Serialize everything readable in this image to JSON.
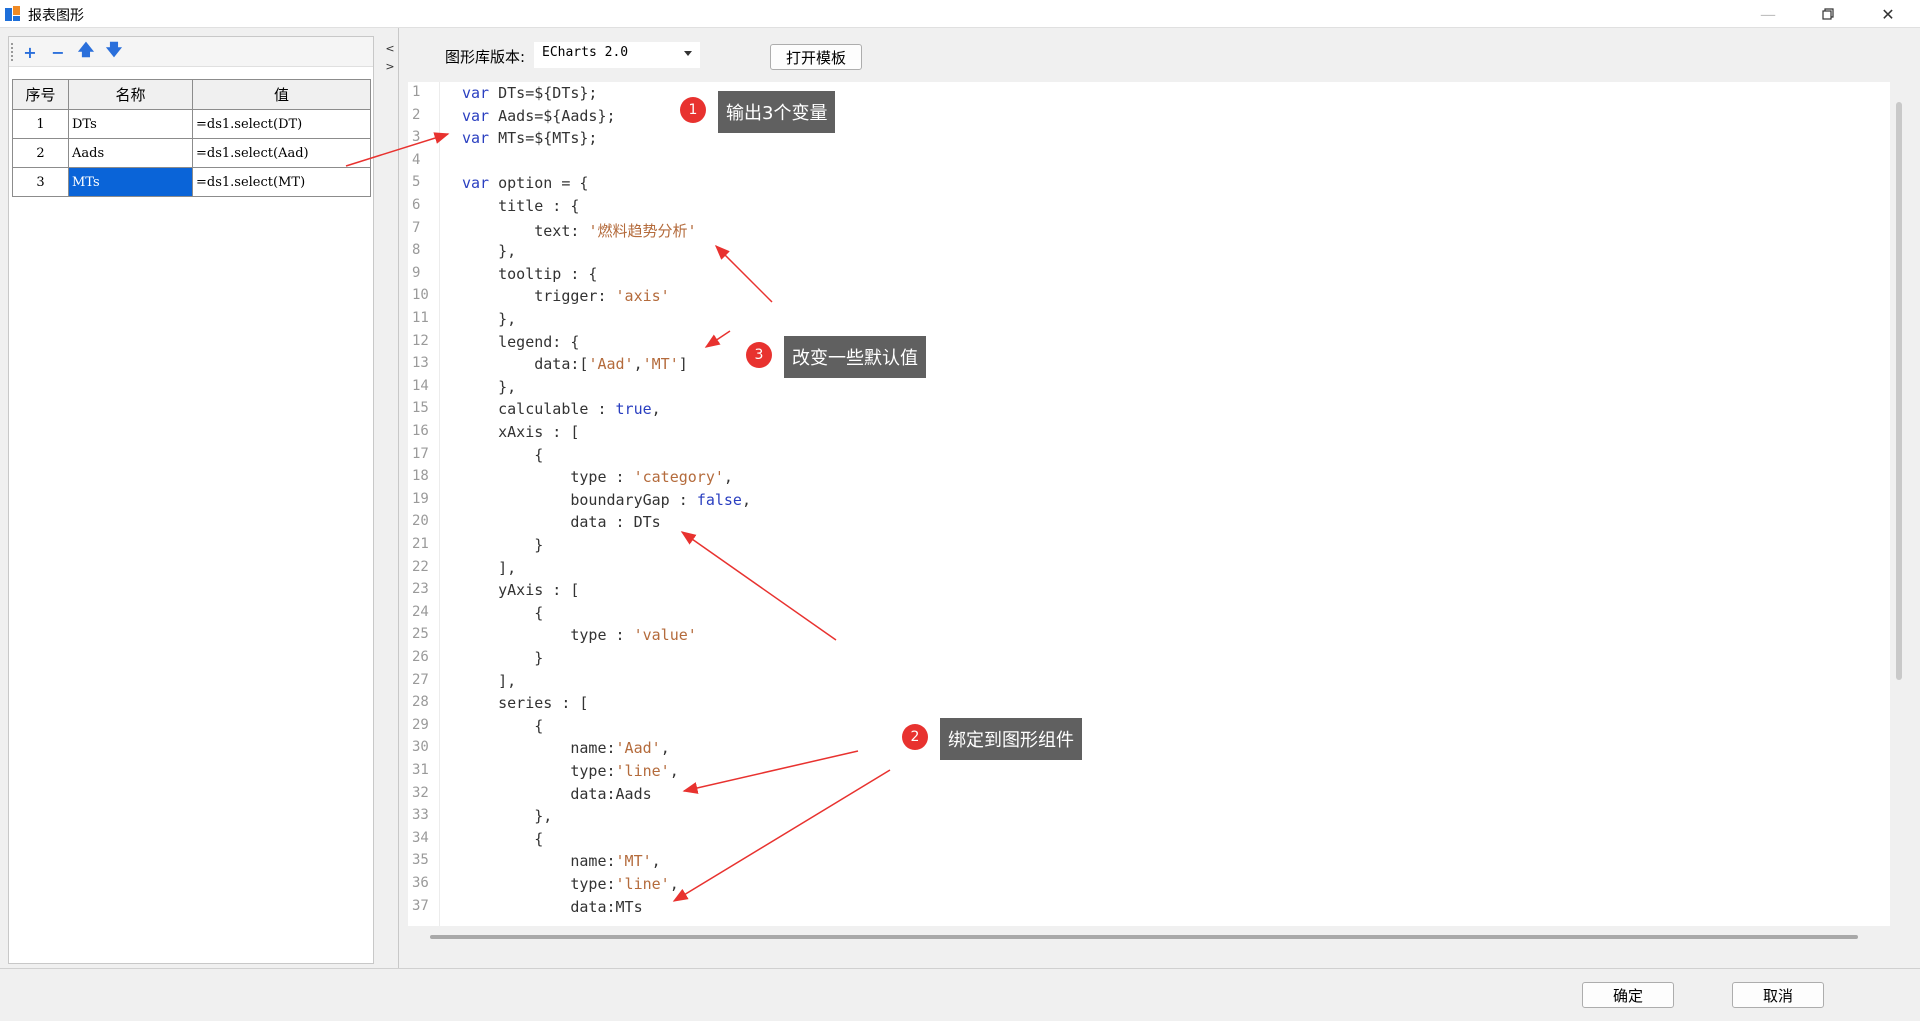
{
  "window": {
    "title": "报表图形",
    "icons": {
      "app": "report-app-icon",
      "minimize": "minimize-icon",
      "maximize": "restore-icon",
      "close": "close-icon"
    }
  },
  "toolbar": {
    "icons": [
      "add-icon",
      "remove-icon",
      "move-up-icon",
      "move-down-icon"
    ]
  },
  "table": {
    "headers": [
      "序号",
      "名称",
      "值"
    ],
    "rows": [
      {
        "no": "1",
        "name": "DTs",
        "value": "=ds1.select(DT)"
      },
      {
        "no": "2",
        "name": "Aads",
        "value": "=ds1.select(Aad)"
      },
      {
        "no": "3",
        "name": "MTs",
        "value": "=ds1.select(MT)"
      }
    ],
    "selected_row": 3
  },
  "splitter": {
    "left": "<",
    "right": ">"
  },
  "editor_header": {
    "lib_label": "图形库版本:",
    "lib_value": "ECharts 2.0",
    "open_template": "打开模板"
  },
  "code": {
    "line_numbers": [
      "1",
      "2",
      "3",
      "4",
      "5",
      "6",
      "7",
      "8",
      "9",
      "10",
      "11",
      "12",
      "13",
      "14",
      "15",
      "16",
      "17",
      "18",
      "19",
      "20",
      "21",
      "22",
      "23",
      "24",
      "25",
      "26",
      "27",
      "28",
      "29",
      "30",
      "31",
      "32",
      "33",
      "34",
      "35",
      "36",
      "37"
    ],
    "lines": [
      [
        [
          "kw",
          "var"
        ],
        [
          "txt",
          " DTs=${DTs};"
        ]
      ],
      [
        [
          "kw",
          "var"
        ],
        [
          "txt",
          " Aads=${Aads};"
        ]
      ],
      [
        [
          "kw",
          "var"
        ],
        [
          "txt",
          " MTs=${MTs};"
        ]
      ],
      [],
      [
        [
          "kw",
          "var"
        ],
        [
          "txt",
          " option = {"
        ]
      ],
      [
        [
          "txt",
          "    title : {"
        ]
      ],
      [
        [
          "txt",
          "        text: "
        ],
        [
          "str",
          "'燃料趋势分析'"
        ]
      ],
      [
        [
          "txt",
          "    },"
        ]
      ],
      [
        [
          "txt",
          "    tooltip : {"
        ]
      ],
      [
        [
          "txt",
          "        trigger: "
        ],
        [
          "str",
          "'axis'"
        ]
      ],
      [
        [
          "txt",
          "    },"
        ]
      ],
      [
        [
          "txt",
          "    legend: {"
        ]
      ],
      [
        [
          "txt",
          "        data:["
        ],
        [
          "str",
          "'Aad'"
        ],
        [
          "txt",
          ","
        ],
        [
          "str",
          "'MT'"
        ],
        [
          "txt",
          "]"
        ]
      ],
      [
        [
          "txt",
          "    },"
        ]
      ],
      [
        [
          "txt",
          "    calculable : "
        ],
        [
          "kw",
          "true"
        ],
        [
          "txt",
          ","
        ]
      ],
      [
        [
          "txt",
          "    xAxis : ["
        ]
      ],
      [
        [
          "txt",
          "        {"
        ]
      ],
      [
        [
          "txt",
          "            type : "
        ],
        [
          "str",
          "'category'"
        ],
        [
          "txt",
          ","
        ]
      ],
      [
        [
          "txt",
          "            boundaryGap : "
        ],
        [
          "kw",
          "false"
        ],
        [
          "txt",
          ","
        ]
      ],
      [
        [
          "txt",
          "            data : DTs"
        ]
      ],
      [
        [
          "txt",
          "        }"
        ]
      ],
      [
        [
          "txt",
          "    ],"
        ]
      ],
      [
        [
          "txt",
          "    yAxis : ["
        ]
      ],
      [
        [
          "txt",
          "        {"
        ]
      ],
      [
        [
          "txt",
          "            type : "
        ],
        [
          "str",
          "'value'"
        ]
      ],
      [
        [
          "txt",
          "        }"
        ]
      ],
      [
        [
          "txt",
          "    ],"
        ]
      ],
      [
        [
          "txt",
          "    series : ["
        ]
      ],
      [
        [
          "txt",
          "        {"
        ]
      ],
      [
        [
          "txt",
          "            name:"
        ],
        [
          "str",
          "'Aad'"
        ],
        [
          "txt",
          ","
        ]
      ],
      [
        [
          "txt",
          "            type:"
        ],
        [
          "str",
          "'line'"
        ],
        [
          "txt",
          ","
        ]
      ],
      [
        [
          "txt",
          "            data:Aads"
        ]
      ],
      [
        [
          "txt",
          "        },"
        ]
      ],
      [
        [
          "txt",
          "        {"
        ]
      ],
      [
        [
          "txt",
          "            name:"
        ],
        [
          "str",
          "'MT'"
        ],
        [
          "txt",
          ","
        ]
      ],
      [
        [
          "txt",
          "            type:"
        ],
        [
          "str",
          "'line'"
        ],
        [
          "txt",
          ","
        ]
      ],
      [
        [
          "txt",
          "            data:MTs"
        ]
      ]
    ]
  },
  "annotations": [
    {
      "badge": "1",
      "text": "输出3个变量"
    },
    {
      "badge": "2",
      "text": "绑定到图形组件"
    },
    {
      "badge": "3",
      "text": "改变一些默认值"
    }
  ],
  "annotation_color": "#e8322f",
  "footer": {
    "ok": "确定",
    "cancel": "取消"
  },
  "colors": {
    "selection": "#0a64d8",
    "keyword": "#2a3fc0",
    "string": "#b46b3c"
  }
}
